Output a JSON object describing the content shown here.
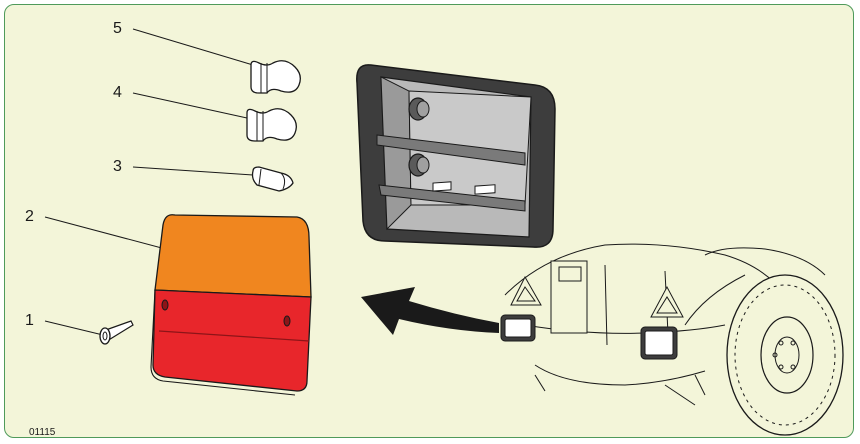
{
  "callouts": [
    {
      "number": "5",
      "part": "bulb"
    },
    {
      "number": "4",
      "part": "bulb"
    },
    {
      "number": "3",
      "part": "festoon-bulb"
    },
    {
      "number": "2",
      "part": "lens"
    },
    {
      "number": "1",
      "part": "screw"
    }
  ],
  "figure_code": "01115",
  "colors": {
    "background": "#f3f5d9",
    "border": "#4f9a5a",
    "lens_amber": "#f0861f",
    "lens_red": "#e8262b",
    "housing": "#3d3d3d",
    "housing_inner": "#b9b9b9",
    "arrow": "#1a1a1a"
  }
}
